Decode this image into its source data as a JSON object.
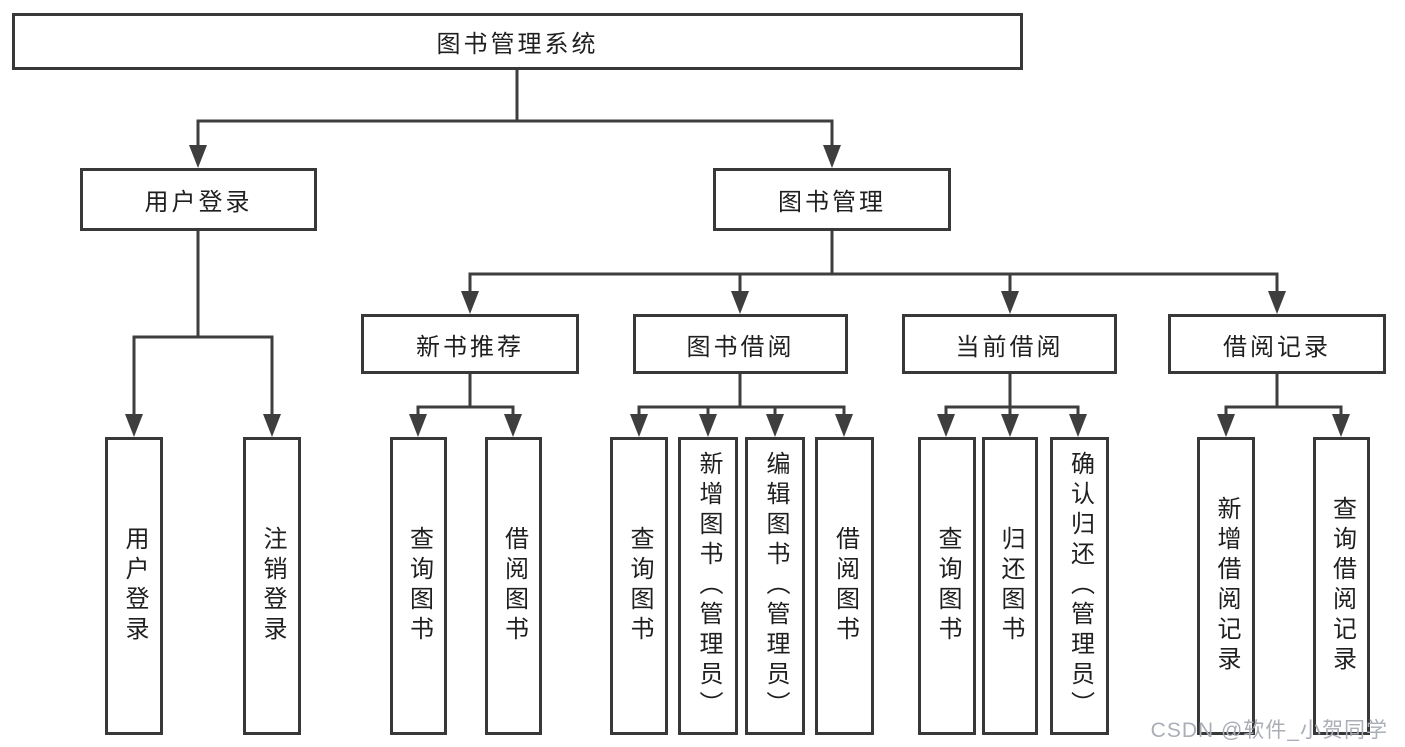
{
  "colors": {
    "line": "#3e3e3e",
    "box_border": "#383838",
    "text": "#1f1f1f",
    "watermark_text": "#a9aeb7",
    "background": "#ffffff"
  },
  "tree": {
    "root": {
      "label": "图书管理系统"
    },
    "branches": [
      {
        "label": "用户登录",
        "children": [
          {
            "label": "用户登录"
          },
          {
            "label": "注销登录"
          }
        ]
      },
      {
        "label": "图书管理",
        "children": [
          {
            "label": "新书推荐",
            "children": [
              {
                "label": "查询图书"
              },
              {
                "label": "借阅图书"
              }
            ]
          },
          {
            "label": "图书借阅",
            "children": [
              {
                "label": "查询图书"
              },
              {
                "label": "新增图书（管理员）"
              },
              {
                "label": "编辑图书（管理员）"
              },
              {
                "label": "借阅图书"
              }
            ]
          },
          {
            "label": "当前借阅",
            "children": [
              {
                "label": "查询图书"
              },
              {
                "label": "归还图书"
              },
              {
                "label": "确认归还（管理员）"
              }
            ]
          },
          {
            "label": "借阅记录",
            "children": [
              {
                "label": "新增借阅记录"
              },
              {
                "label": "查询借阅记录"
              }
            ]
          }
        ]
      }
    ]
  },
  "watermark": {
    "text": "CSDN @软件_小贺同学"
  }
}
